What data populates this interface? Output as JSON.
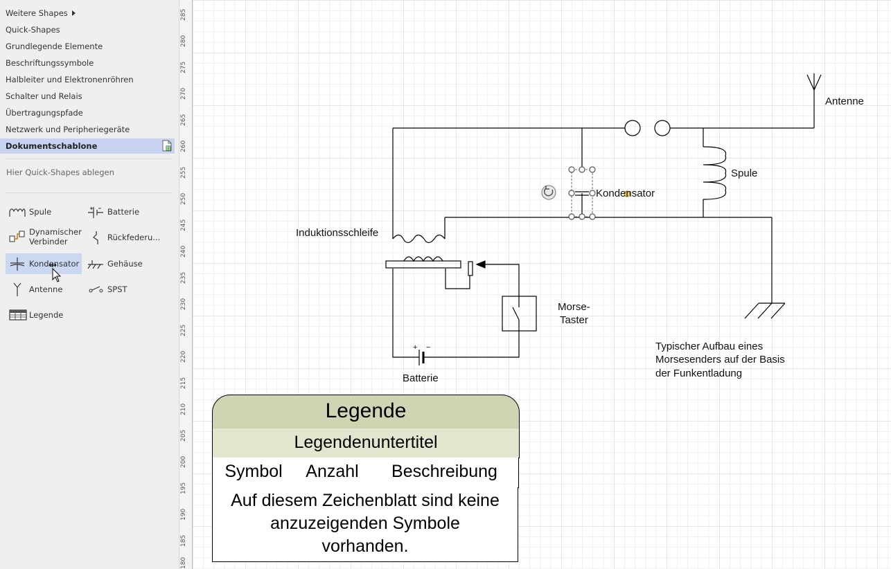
{
  "sidebar": {
    "categories": [
      {
        "label": "Weitere Shapes",
        "has_submenu": true
      },
      {
        "label": "Quick-Shapes"
      },
      {
        "label": "Grundlegende Elemente"
      },
      {
        "label": "Beschriftungssymbole"
      },
      {
        "label": "Halbleiter und Elektronenröhren"
      },
      {
        "label": "Schalter und Relais"
      },
      {
        "label": "Übertragungspfade"
      },
      {
        "label": "Netzwerk und Peripheriegeräte"
      },
      {
        "label": "Dokumentschablone",
        "selected": true
      }
    ],
    "drop_hint": "Hier Quick-Shapes ablegen",
    "shapes": {
      "spule": {
        "label": "Spule",
        "icon": "coil-icon"
      },
      "batterie": {
        "label": "Batterie",
        "icon": "battery-icon"
      },
      "dyn_line1": "Dynamischer",
      "dyn_line2": "Verbinder",
      "rueckfeder": {
        "label": "Rückfederu...",
        "icon": "spring-return-icon"
      },
      "kondensator": {
        "label": "Kondensator",
        "icon": "capacitor-icon",
        "highlighted": true
      },
      "gehaeuse": {
        "label": "Gehäuse",
        "icon": "chassis-icon"
      },
      "antenne": {
        "label": "Antenne",
        "icon": "antenna-icon"
      },
      "spst": {
        "label": "SPST",
        "icon": "spst-switch-icon"
      },
      "legende": {
        "label": "Legende",
        "icon": "legend-icon"
      }
    }
  },
  "ruler": {
    "ticks": [
      "285",
      "280",
      "275",
      "270",
      "265",
      "260",
      "255",
      "250",
      "245",
      "240",
      "235",
      "230",
      "225",
      "220",
      "215",
      "210",
      "205",
      "200",
      "195",
      "190",
      "185",
      "180"
    ]
  },
  "diagram": {
    "antenne": "Antenne",
    "spule": "Spule",
    "kondensator": "Kondensator",
    "induktionsschleife": "Induktionsschleife",
    "morse_line1": "Morse-",
    "morse_line2": "Taster",
    "batterie": "Batterie",
    "batt_plus": "+",
    "batt_minus": "−",
    "desc_line1": "Typischer Aufbau eines",
    "desc_line2": "Morsesenders auf der Basis",
    "desc_line3": "der Funkentladung"
  },
  "legend": {
    "title": "Legende",
    "subtitle": "Legendenuntertitel",
    "col_symbol": "Symbol",
    "col_count": "Anzahl",
    "col_desc": "Beschreibung",
    "body_line1": "Auf diesem Zeichenblatt sind keine",
    "body_line2": "anzuzeigenden Symbole",
    "body_line3": "vorhanden."
  },
  "colors": {
    "selection": "#c7d3f0",
    "legend_title_bg": "#cdd5b3",
    "legend_sub_bg": "#e1e7cf",
    "grid": "#dcdcdc"
  }
}
